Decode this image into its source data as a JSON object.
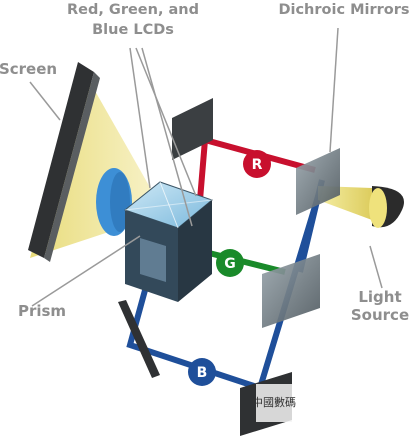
{
  "labels": {
    "lcds_line1": "Red, Green, and",
    "lcds_line2": "Blue LCDs",
    "mirrors": "Dichroic Mirrors",
    "screen": "Screen",
    "prism": "Prism",
    "source_line1": "Light",
    "source_line2": "Source"
  },
  "badges": {
    "red": "R",
    "green": "G",
    "blue": "B"
  },
  "colors": {
    "red_beam": "#c8102e",
    "green_beam": "#1a8a2a",
    "blue_beam": "#1f4f9a",
    "light_cone": "#e8dc7a",
    "mirror": "#6e7a82",
    "prism": "#8ec7e6",
    "lens": "#3d8fd6",
    "label_text": "#8e8e8e"
  },
  "watermark": "中國數碼"
}
